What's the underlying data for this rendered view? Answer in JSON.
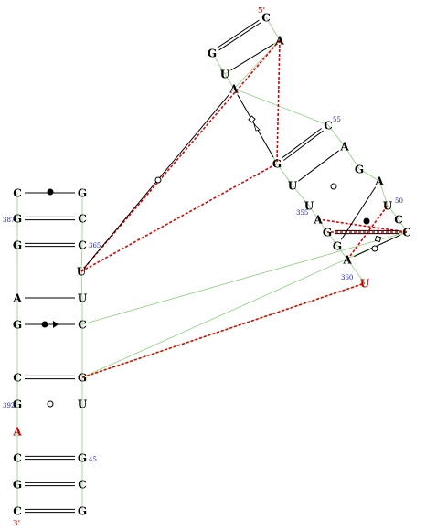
{
  "colors": {
    "backbone": "#8ccf7e",
    "pair": "#000000",
    "tertiary": "#dd0000",
    "base": "#000000",
    "highlight": "#cc0000",
    "number": "#2222aa",
    "end_marker": "#cc2222"
  },
  "ends": {
    "five_prime": "5'",
    "three_prime": "3'"
  },
  "nucleotides": [
    {
      "id": "n5C",
      "base": "C"
    },
    {
      "id": "n5A",
      "base": "A"
    },
    {
      "id": "n5G",
      "base": "G"
    },
    {
      "id": "n5U",
      "base": "U"
    },
    {
      "id": "nAmid",
      "base": "A"
    },
    {
      "id": "nC55",
      "base": "C"
    },
    {
      "id": "nG",
      "base": "G"
    },
    {
      "id": "nA1",
      "base": "A"
    },
    {
      "id": "nU",
      "base": "U"
    },
    {
      "id": "nG2",
      "base": "G"
    },
    {
      "id": "nA2",
      "base": "A"
    },
    {
      "id": "nU50",
      "base": "U"
    },
    {
      "id": "nU355",
      "base": "U"
    },
    {
      "id": "nA355",
      "base": "A"
    },
    {
      "id": "nC50",
      "base": "C"
    },
    {
      "id": "nG3",
      "base": "G"
    },
    {
      "id": "nCr",
      "base": "C"
    },
    {
      "id": "nG4",
      "base": "G"
    },
    {
      "id": "nA4",
      "base": "A"
    },
    {
      "id": "nU360",
      "base": "U"
    },
    {
      "id": "nCL1",
      "base": "C"
    },
    {
      "id": "nGR1",
      "base": "G"
    },
    {
      "id": "nGL2",
      "base": "G"
    },
    {
      "id": "nCR2",
      "base": "C"
    },
    {
      "id": "nGL3",
      "base": "G"
    },
    {
      "id": "nCR3",
      "base": "C"
    },
    {
      "id": "nU365",
      "base": "U"
    },
    {
      "id": "nAL5",
      "base": "A"
    },
    {
      "id": "nUR5",
      "base": "U"
    },
    {
      "id": "nGL6",
      "base": "G"
    },
    {
      "id": "nCR6",
      "base": "C"
    },
    {
      "id": "nCL7",
      "base": "C"
    },
    {
      "id": "nGR7",
      "base": "G"
    },
    {
      "id": "nGL8",
      "base": "G"
    },
    {
      "id": "nUR8",
      "base": "U"
    },
    {
      "id": "nAL9",
      "base": "A"
    },
    {
      "id": "nCL10",
      "base": "C"
    },
    {
      "id": "nGR10",
      "base": "G"
    },
    {
      "id": "nGL11",
      "base": "G"
    },
    {
      "id": "nCR11",
      "base": "C"
    },
    {
      "id": "nCL12",
      "base": "C"
    },
    {
      "id": "nGR12",
      "base": "G"
    }
  ],
  "numbers": [
    {
      "id": "n55",
      "text": "55"
    },
    {
      "id": "n50",
      "text": "50"
    },
    {
      "id": "n355",
      "text": "355"
    },
    {
      "id": "n360",
      "text": "360"
    },
    {
      "id": "n387",
      "text": "387"
    },
    {
      "id": "n365",
      "text": "365"
    },
    {
      "id": "n392",
      "text": "392"
    },
    {
      "id": "n45",
      "text": "45"
    }
  ]
}
